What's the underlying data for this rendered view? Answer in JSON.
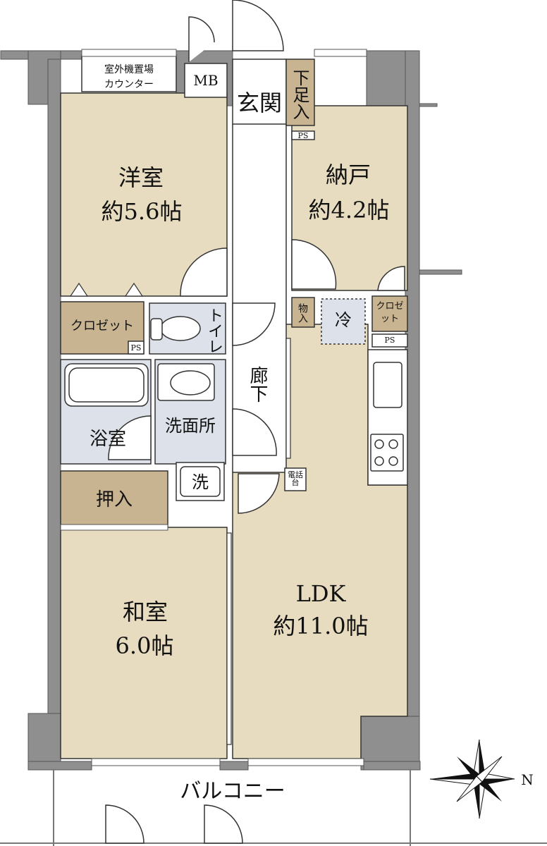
{
  "rooms": {
    "western": {
      "name": "洋室",
      "size": "約5.6帖"
    },
    "storage": {
      "name": "納戸",
      "size": "約4.2帖"
    },
    "ldk": {
      "name": "LDK",
      "size": "約11.0帖"
    },
    "japanese": {
      "name": "和室",
      "size": "6.0帖"
    },
    "entrance": "玄関",
    "shoe_storage": "下足入",
    "closet": "クロゼット",
    "closet_small": "クロゼット",
    "toilet": "トイレ",
    "corridor": "廊下",
    "bathroom": "浴室",
    "washroom": "洗面所",
    "washer": "洗",
    "oshiire": "押入",
    "balcony": "バルコニー",
    "storage_small": "物入",
    "fridge": "冷",
    "phone_stand": "電話台",
    "outdoor_unit": "室外機置場",
    "counter": "カウンター",
    "mb": "MB",
    "ps": "PS",
    "north": "N"
  },
  "colors": {
    "room": "#e8dcc0",
    "storage": "#c9b491",
    "wet": "#dde1ea",
    "wall": "#8f8f8f",
    "wall_dark": "#555555"
  }
}
